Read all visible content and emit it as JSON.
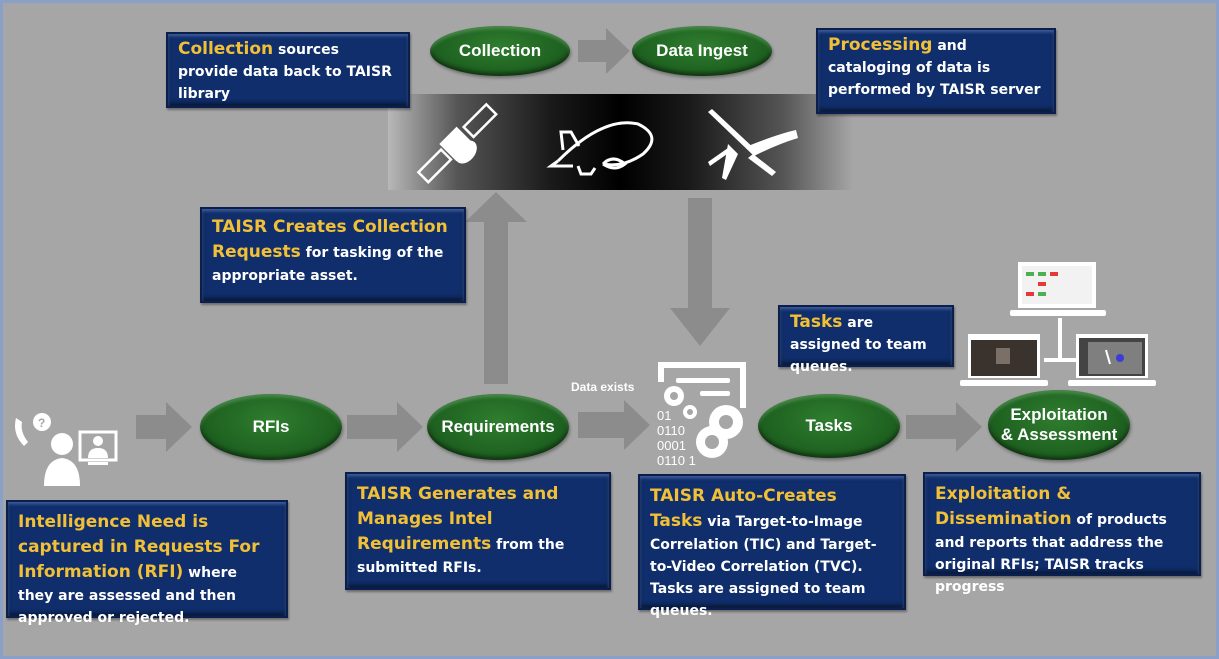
{
  "diagram": {
    "nodes": {
      "collection": "Collection",
      "data_ingest": "Data Ingest",
      "rfis": "RFIs",
      "requirements": "Requirements",
      "tasks": "Tasks",
      "exploitation_line1": "Exploitation",
      "exploitation_line2": "& Assessment"
    },
    "edge_labels": {
      "data_exists": "Data exists"
    },
    "binary_lines": [
      "01",
      "0110",
      "0001",
      "0110 1"
    ],
    "callouts": {
      "collection": {
        "highlight": "Collection",
        "text": " sources provide data back to TAISR library"
      },
      "processing": {
        "highlight": "Processing",
        "text": " and cataloging of data is performed by TAISR server"
      },
      "collection_requests": {
        "highlight": "TAISR Creates Collection Requests",
        "text": " for tasking of the appropriate asset."
      },
      "intelligence_need": {
        "highlight": "Intelligence Need is captured in Requests For Information (RFI)",
        "text": " where they are assessed and then approved or rejected."
      },
      "requirements": {
        "highlight": "TAISR Generates and Manages Intel Requirements",
        "text": " from the submitted RFIs."
      },
      "tasks_assigned": {
        "highlight": "Tasks",
        "text": " are assigned to team queues."
      },
      "auto_creates": {
        "highlight": "TAISR Auto-Creates Tasks",
        "text": " via Target-to-Image Correlation (TIC) and Target-to-Video Correlation (TVC).  Tasks are assigned to team queues."
      },
      "exploitation": {
        "highlight": "Exploitation & Dissemination",
        "text": " of products and reports that address the original RFIs; TAISR tracks progress"
      }
    },
    "icons": [
      "satellite-icon",
      "airship-icon",
      "drone-icon",
      "analyst-icon",
      "processing-gears-icon",
      "laptop-icon"
    ],
    "colors": {
      "background": "#a6a6a6",
      "callout_fill": "#0f2e6b",
      "highlight_text": "#f2c037",
      "node_fill": "#1f6321",
      "arrow": "#8c8c8c"
    }
  }
}
